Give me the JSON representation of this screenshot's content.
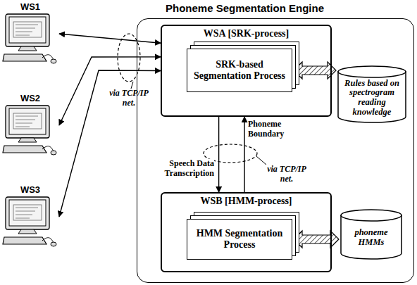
{
  "diagram": {
    "nodes": [
      {
        "text": [
          "WS1"
        ]
      },
      {
        "text": [
          "WS2"
        ]
      },
      {
        "text": [
          "WS3"
        ]
      },
      {
        "text": [
          "Phoneme Segmentation Engine"
        ]
      },
      {
        "text": [
          "WSA [SRK-process]"
        ],
        "in": 3
      },
      {
        "text": [
          "SRK-based Segmentation Process"
        ],
        "in": 4
      },
      {
        "text": [
          "WSB [HMM-process]"
        ],
        "in": 3
      },
      {
        "text": [
          "HMM Segmentation Process"
        ],
        "in": 6
      },
      {
        "text": [
          "Rules based on spectrogram reading knowledge"
        ],
        "in": 3
      },
      {
        "text": [
          "phoneme HMMs"
        ],
        "in": 3
      }
    ],
    "edges": [
      {
        "from": 0,
        "to": 4,
        "arrow": "both"
      },
      {
        "from": 1,
        "to": 4,
        "arrow": "both"
      },
      {
        "from": 2,
        "to": 4,
        "arrow": "both"
      },
      {
        "from": 4,
        "to": 6,
        "label": "Speech Data Transcription",
        "arrow": "to"
      },
      {
        "from": 6,
        "to": 4,
        "label": "Phoneme Boundary",
        "arrow": "to"
      },
      {
        "from": 5,
        "to": 8,
        "arrow": "both"
      },
      {
        "from": 7,
        "to": 9,
        "arrow": "both"
      }
    ],
    "labels": [
      "via TCP/IP net.",
      "via TCP/IP net."
    ]
  }
}
